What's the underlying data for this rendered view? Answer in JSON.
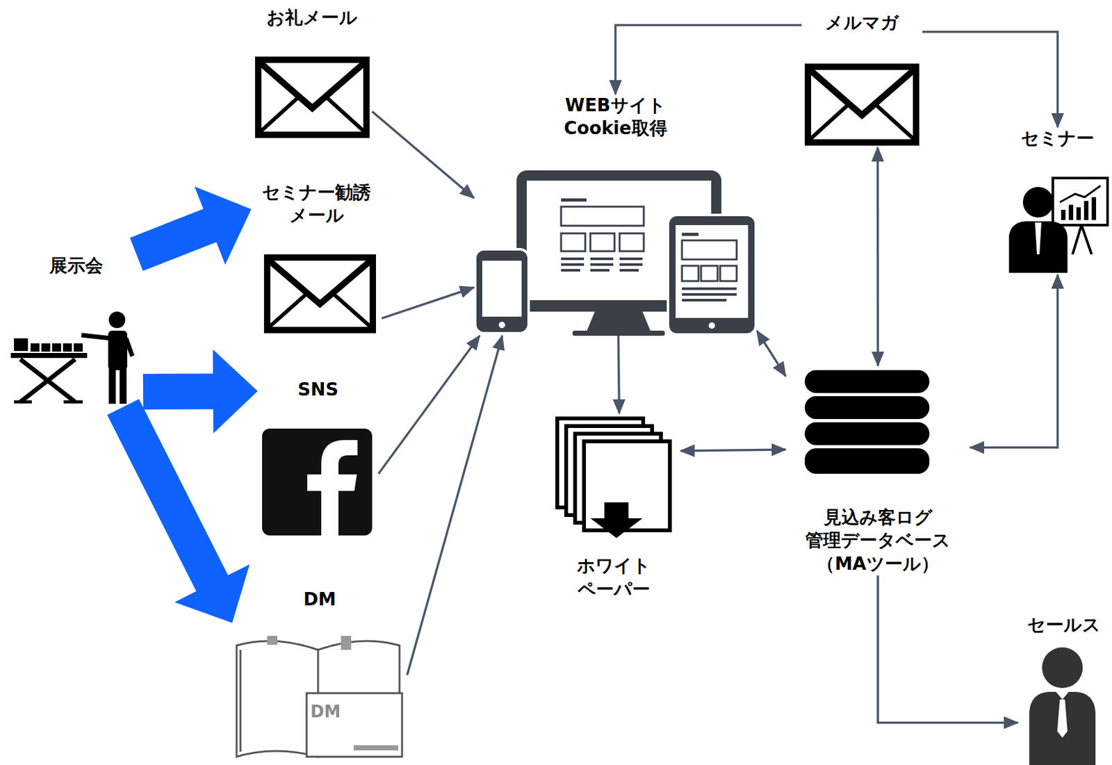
{
  "diagram": {
    "nodes": [
      {
        "text": [
          "展示会"
        ]
      },
      {
        "text": [
          "お礼メール"
        ]
      },
      {
        "text": [
          "セミナー勧誘 メール"
        ]
      },
      {
        "text": [
          "SNS"
        ]
      },
      {
        "text": [
          "DM"
        ]
      },
      {
        "text": [
          "WEBサイト Cookie取得"
        ]
      },
      {
        "text": [
          "メルマガ"
        ]
      },
      {
        "text": [
          "セミナー"
        ]
      },
      {
        "text": [
          "ホワイト ペーパー"
        ]
      },
      {
        "text": [
          "見込み客ログ 管理データベース （MAツール）"
        ]
      },
      {
        "text": [
          "セールス"
        ]
      }
    ],
    "edges": [
      {
        "from": 0,
        "to": 2,
        "arrow": "to"
      },
      {
        "from": 0,
        "to": 3,
        "arrow": "to"
      },
      {
        "from": 0,
        "to": 4,
        "arrow": "to"
      },
      {
        "from": 1,
        "to": 5,
        "arrow": "to"
      },
      {
        "from": 2,
        "to": 5,
        "arrow": "to"
      },
      {
        "from": 3,
        "to": 5,
        "arrow": "to"
      },
      {
        "from": 4,
        "to": 5,
        "arrow": "to"
      },
      {
        "from": 6,
        "to": 5,
        "arrow": "to"
      },
      {
        "from": 6,
        "to": 7,
        "arrow": "to"
      },
      {
        "from": 6,
        "to": 9,
        "arrow": "both"
      },
      {
        "from": 5,
        "to": 9,
        "arrow": "both"
      },
      {
        "from": 5,
        "to": 8,
        "arrow": "to"
      },
      {
        "from": 8,
        "to": 9,
        "arrow": "both"
      },
      {
        "from": 9,
        "to": 7,
        "arrow": "both"
      },
      {
        "from": 9,
        "to": 10,
        "arrow": "to"
      }
    ],
    "labels": [
      "DM"
    ]
  }
}
